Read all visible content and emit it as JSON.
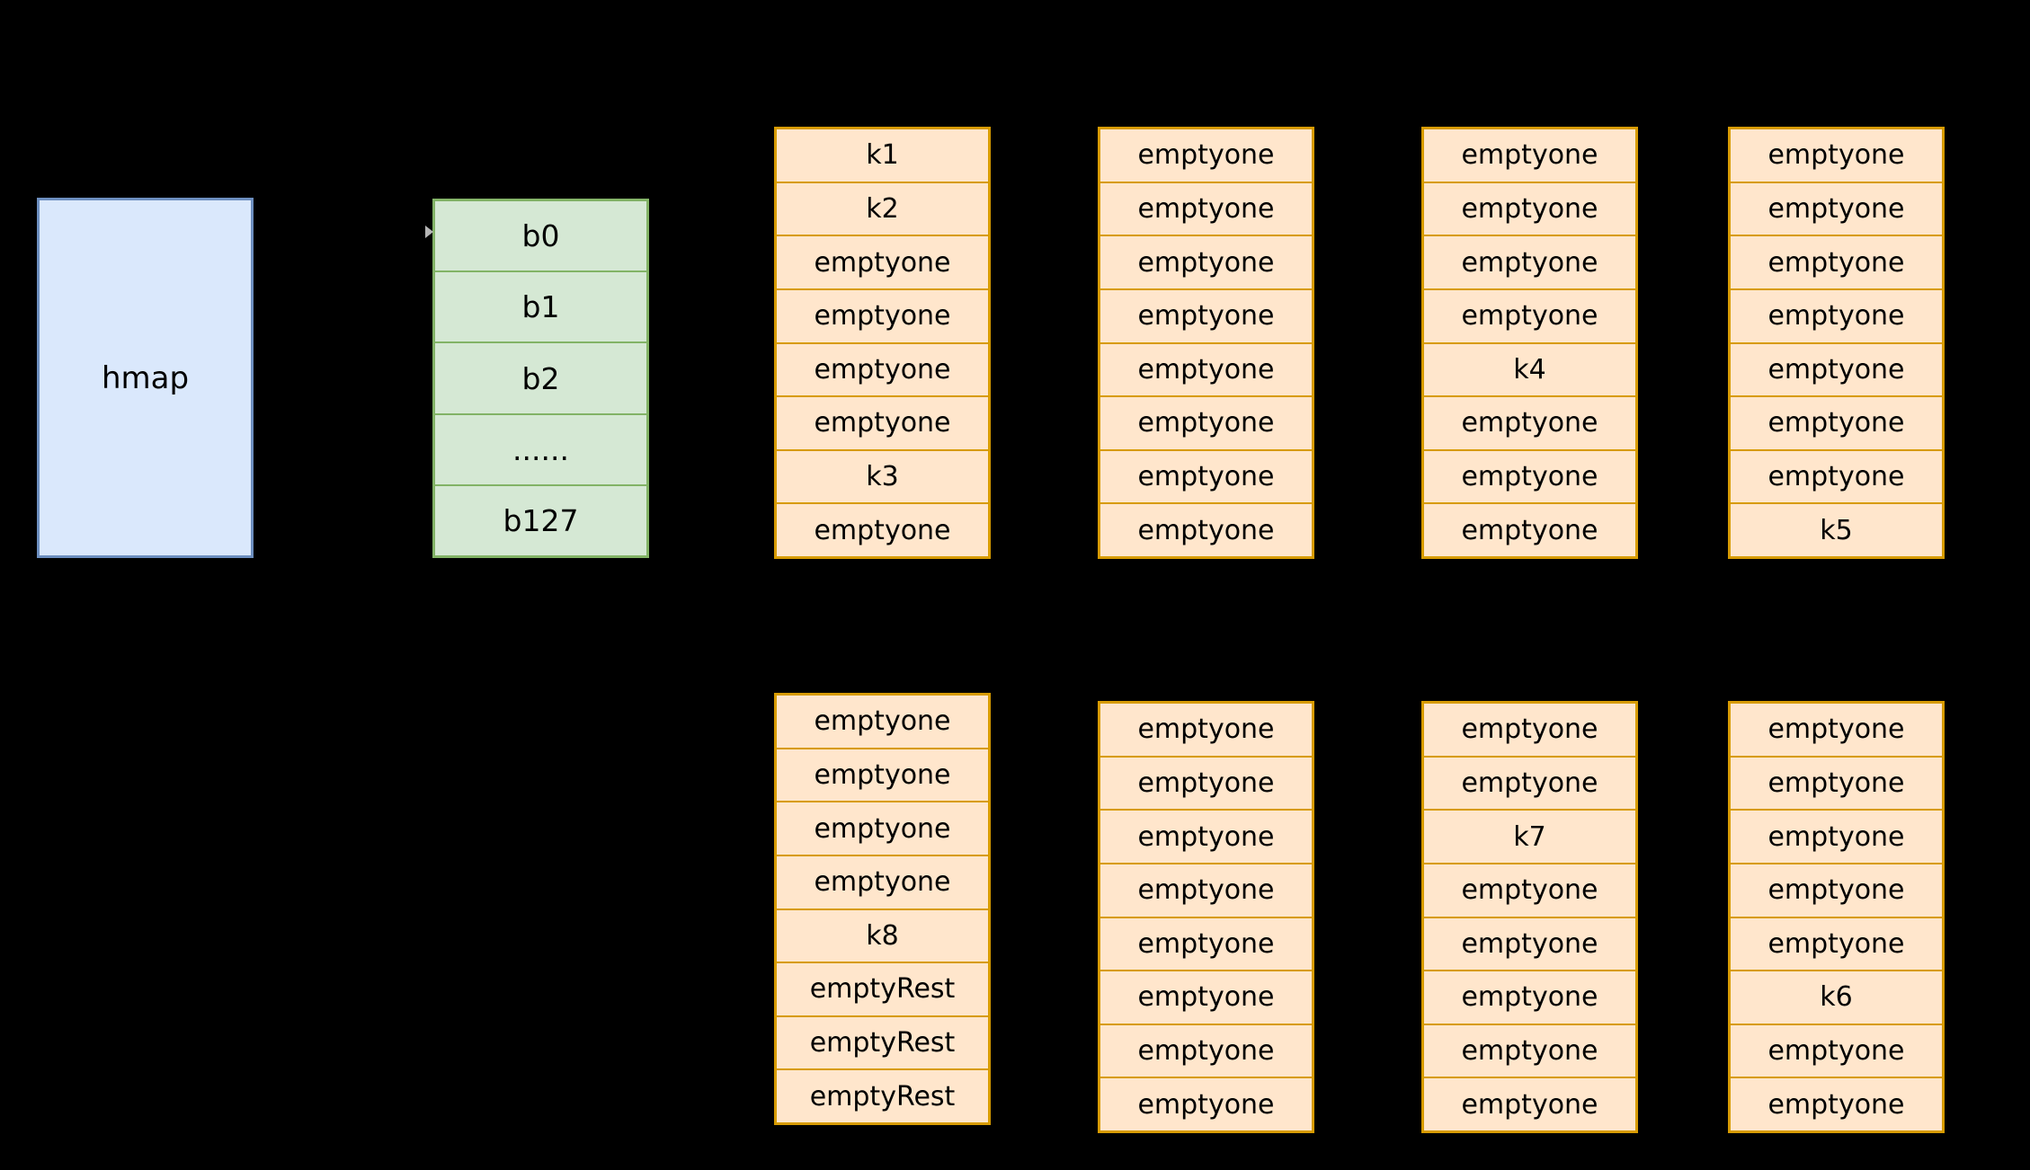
{
  "colors": {
    "background": "#000000",
    "hmap_fill": "#dae8fc",
    "hmap_border": "#6c8ebf",
    "bucket_array_fill": "#d5e8d4",
    "bucket_array_border": "#82b366",
    "bucket_fill": "#ffe6cc",
    "bucket_border": "#d79b00",
    "text": "#000000"
  },
  "hmap": {
    "label": "hmap"
  },
  "bucket_array": {
    "rows": [
      "b0",
      "b1",
      "b2",
      "......",
      "b127"
    ]
  },
  "buckets_top": [
    {
      "cells": [
        "k1",
        "k2",
        "emptyone",
        "emptyone",
        "emptyone",
        "emptyone",
        "k3",
        "emptyone"
      ]
    },
    {
      "cells": [
        "emptyone",
        "emptyone",
        "emptyone",
        "emptyone",
        "emptyone",
        "emptyone",
        "emptyone",
        "emptyone"
      ]
    },
    {
      "cells": [
        "emptyone",
        "emptyone",
        "emptyone",
        "emptyone",
        "k4",
        "emptyone",
        "emptyone",
        "emptyone"
      ]
    },
    {
      "cells": [
        "emptyone",
        "emptyone",
        "emptyone",
        "emptyone",
        "emptyone",
        "emptyone",
        "emptyone",
        "k5"
      ]
    }
  ],
  "buckets_bottom": [
    {
      "cells": [
        "emptyone",
        "emptyone",
        "emptyone",
        "emptyone",
        "k8",
        "emptyRest",
        "emptyRest",
        "emptyRest"
      ]
    },
    {
      "cells": [
        "emptyone",
        "emptyone",
        "emptyone",
        "emptyone",
        "emptyone",
        "emptyone",
        "emptyone",
        "emptyone"
      ]
    },
    {
      "cells": [
        "emptyone",
        "emptyone",
        "k7",
        "emptyone",
        "emptyone",
        "emptyone",
        "emptyone",
        "emptyone"
      ]
    },
    {
      "cells": [
        "emptyone",
        "emptyone",
        "emptyone",
        "emptyone",
        "emptyone",
        "k6",
        "emptyone",
        "emptyone"
      ]
    }
  ]
}
